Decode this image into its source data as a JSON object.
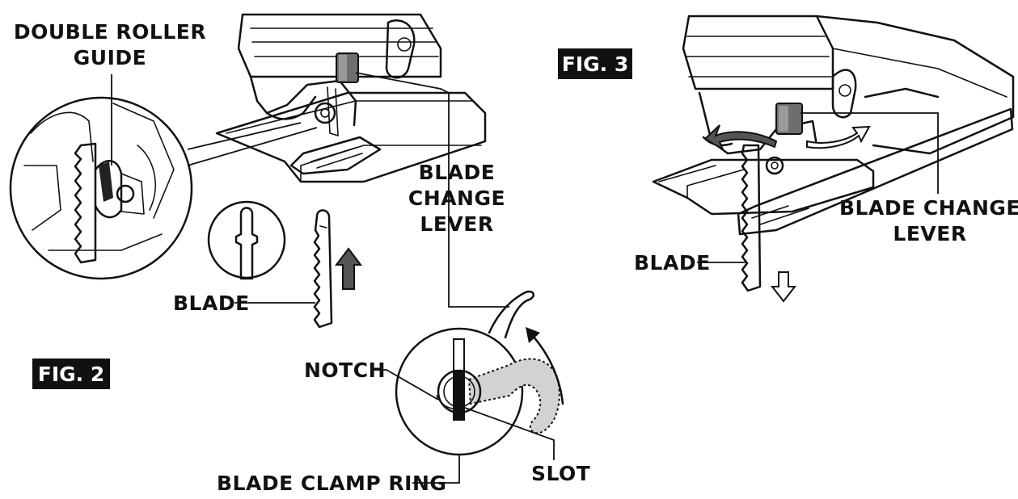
{
  "fig2": {
    "badge": "FIG. 2",
    "labels": {
      "double_roller_guide_1": "DOUBLE ROLLER",
      "double_roller_guide_2": "GUIDE",
      "blade_change_lever_1": "BLADE",
      "blade_change_lever_2": "CHANGE",
      "blade_change_lever_3": "LEVER",
      "blade": "BLADE",
      "notch": "NOTCH",
      "slot": "SLOT",
      "blade_clamp_ring": "BLADE CLAMP RING"
    }
  },
  "fig3": {
    "badge": "FIG. 3",
    "labels": {
      "blade_change_lever_1": "BLADE CHANGE",
      "blade_change_lever_2": "LEVER",
      "blade": "BLADE"
    }
  }
}
